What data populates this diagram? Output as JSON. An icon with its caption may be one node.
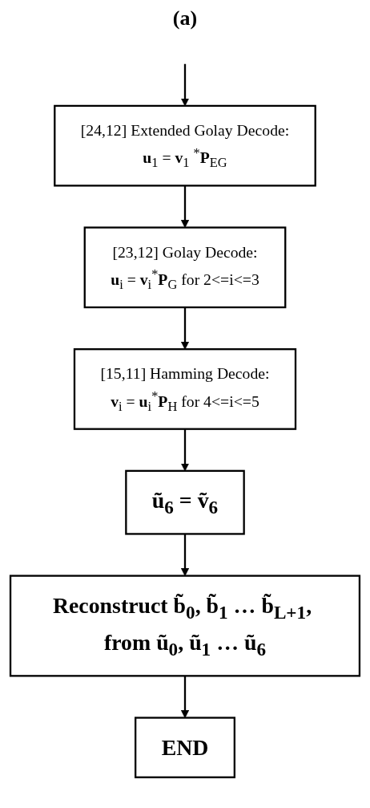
{
  "diagram": {
    "title": "(a)",
    "nodes": [
      {
        "text": [
          "[24,12] Extended Golay Decode:",
          "**u**$_{1}$ = **v**$_{1}$ $^{*}$**P**$_{EG}$"
        ]
      },
      {
        "text": [
          "[23,12] Golay Decode:",
          "**u**$_{i}$ = **v**$_{i}$$^{*}$**P**$_{G}$ for 2<=i<=3"
        ]
      },
      {
        "text": [
          "[15,11] Hamming Decode:",
          "**v**$_{i}$ = **u**$_{i}$$^{*}$**P**$_{H}$ for 4<=i<=5"
        ]
      },
      {
        "text": [
          "ũ$_{6}$ = ṽ$_{6}$"
        ]
      },
      {
        "text": [
          "Reconstruct b̃$_{0}$, b̃$_{1}$ … b̃$_{L+1}$, from ũ$_{0}$, ũ$_{1}$ … ũ$_{6}$"
        ]
      },
      {
        "text": [
          "END"
        ]
      }
    ],
    "edges": [
      {
        "from": null,
        "to": 0,
        "arrow": "to"
      },
      {
        "from": 0,
        "to": 1,
        "arrow": "to"
      },
      {
        "from": 1,
        "to": 2,
        "arrow": "to"
      },
      {
        "from": 2,
        "to": 3,
        "arrow": "to"
      },
      {
        "from": 3,
        "to": 4,
        "arrow": "to"
      },
      {
        "from": 4,
        "to": 5,
        "arrow": "to"
      }
    ]
  }
}
